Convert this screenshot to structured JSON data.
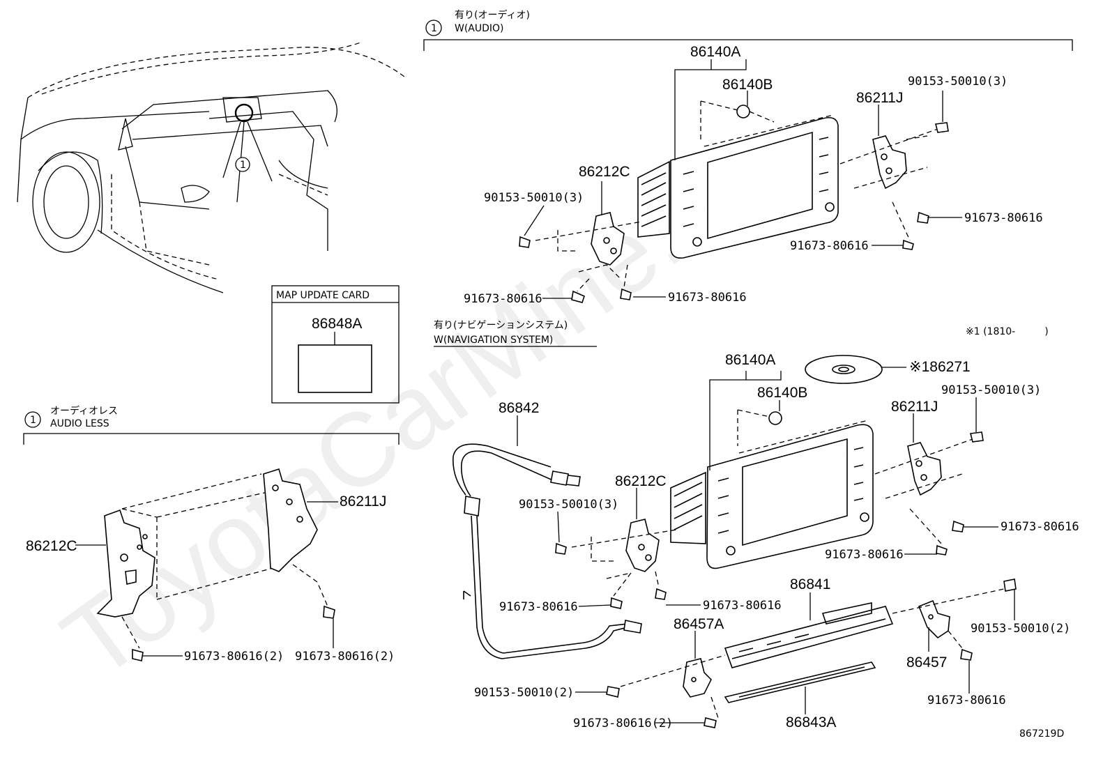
{
  "watermark": "ToyotaCarMine.ru",
  "diagram_code": "867219D",
  "vehicle_callout": "1",
  "sections": {
    "audio": {
      "callout": "1",
      "title_jp": "有り(オーディオ)",
      "title_en": "W(AUDIO)",
      "labels": {
        "display": "86140A",
        "knob": "86140B",
        "bracket_right": "86211J",
        "bracket_left": "86212C",
        "screw_top_right": "90153-50010(3)",
        "screw_left": "90153-50010(3)",
        "bolt_right_upper": "91673-80616",
        "bolt_right_lower": "91673-80616",
        "bolt_bottom_left": "91673-80616",
        "bolt_bottom_right": "91673-80616"
      }
    },
    "navigation": {
      "title_jp": "有り(ナビゲーションシステム)",
      "title_en": "W(NAVIGATION SYSTEM)",
      "note": "※1 (1810-　　　)",
      "labels": {
        "display": "86140A",
        "knob": "86140B",
        "disc": "※186271",
        "bracket_right": "86211J",
        "bracket_left": "86212C",
        "wire": "86842",
        "screw_top_right": "90153-50010(3)",
        "screw_left": "90153-50010(3)",
        "bolt_right_upper": "91673-80616",
        "bolt_right_lower": "91673-80616",
        "bolt_left": "91673-80616",
        "bolt_center": "91673-80616",
        "unit": "86841",
        "bracket_lower_left": "86457A",
        "bracket_lower_right": "86457",
        "screw_lower_right": "90153-50010(2)",
        "screw_lower_left": "90153-50010(2)",
        "bolt_lower_right": "91673-80616",
        "bolt_lower_left": "91673-80616(2)",
        "cover": "86843A"
      }
    },
    "map_card": {
      "title": "MAP UPDATE CARD",
      "part": "86848A"
    },
    "audio_less": {
      "callout": "1",
      "title_jp": "オーディオレス",
      "title_en": "AUDIO LESS",
      "labels": {
        "bracket_right": "86211J",
        "bracket_left": "86212C",
        "bolt_left": "91673-80616(2)",
        "bolt_right": "91673-80616(2)"
      }
    }
  }
}
